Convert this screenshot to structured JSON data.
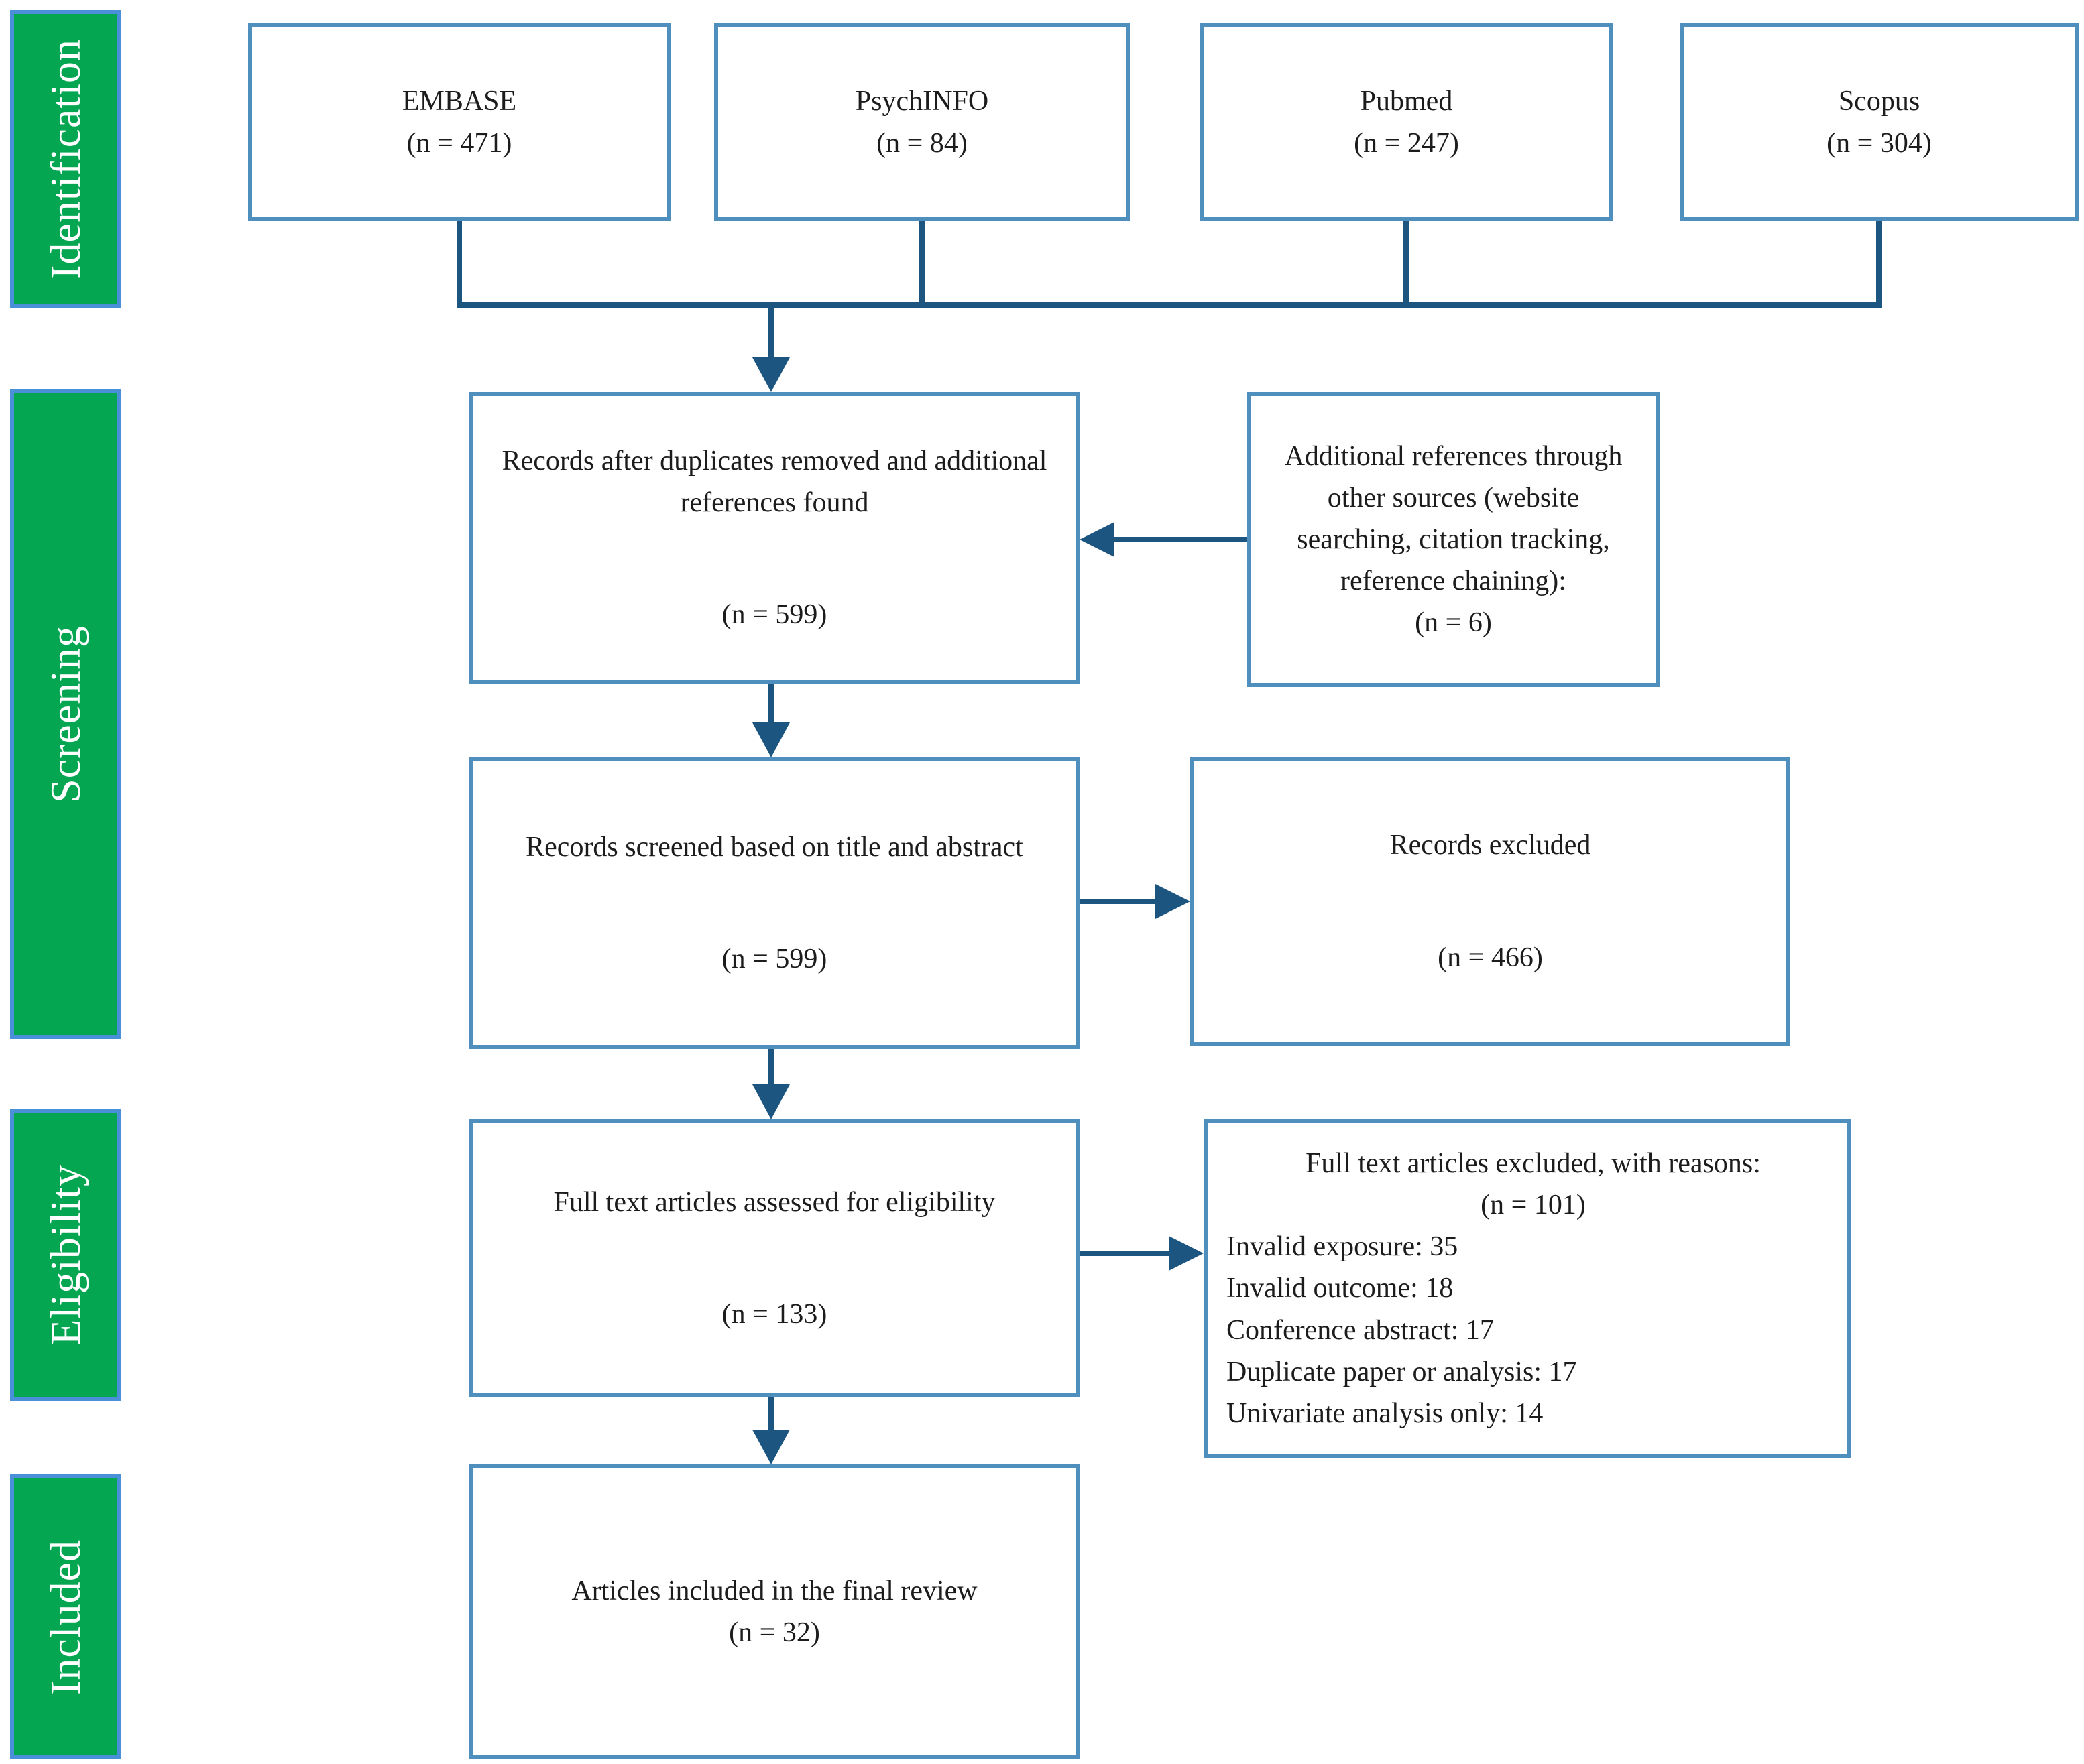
{
  "colors": {
    "box_border": "#4e8fbe",
    "arrow": "#1b5580",
    "stage_fill": "#04a651",
    "stage_border": "#4a90d9",
    "stage_text": "#ffffff",
    "box_text": "#1c1c1c"
  },
  "stages": [
    {
      "label": "Identification"
    },
    {
      "label": "Screening"
    },
    {
      "label": "Eligibility"
    },
    {
      "label": "Included"
    }
  ],
  "sources": [
    {
      "name": "EMBASE",
      "count": "(n = 471)"
    },
    {
      "name": "PsychINFO",
      "count": "(n = 84)"
    },
    {
      "name": "Pubmed",
      "count": "(n = 247)"
    },
    {
      "name": "Scopus",
      "count": "(n = 304)"
    }
  ],
  "flow": {
    "records_after": {
      "title": "Records after duplicates removed and additional references found",
      "count": "(n = 599)"
    },
    "additional_refs": {
      "title": "Additional references through other sources (website searching, citation tracking, reference chaining):",
      "count": "(n = 6)"
    },
    "records_screened": {
      "title": "Records screened based on title and abstract",
      "count": "(n = 599)"
    },
    "records_excluded": {
      "title": "Records excluded",
      "count": "(n = 466)"
    },
    "fulltext_assessed": {
      "title": "Full text articles assessed for eligibility",
      "count": "(n = 133)"
    },
    "fulltext_excluded": {
      "title": "Full text articles excluded, with reasons:",
      "count": "(n = 101)",
      "reasons": [
        "Invalid exposure: 35",
        "Invalid outcome: 18",
        "Conference abstract: 17",
        "Duplicate paper or analysis: 17",
        "Univariate analysis only: 14"
      ]
    },
    "included_final": {
      "title": "Articles included in the final review",
      "count": "(n = 32)"
    }
  }
}
